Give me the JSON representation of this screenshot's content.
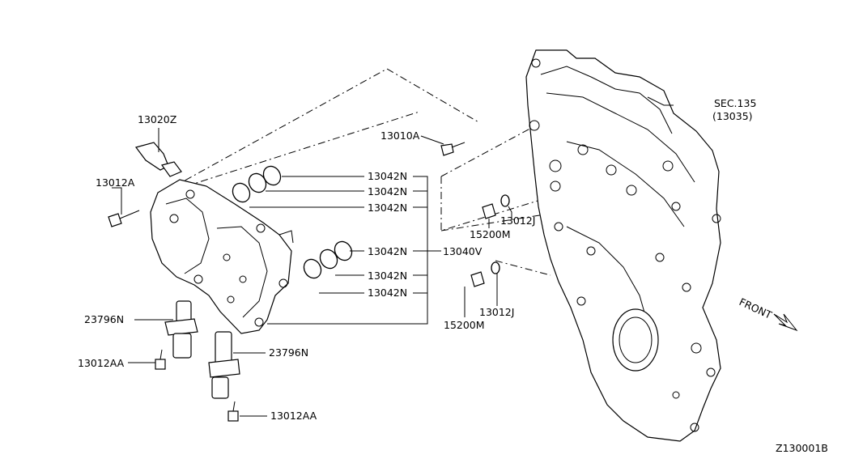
{
  "labels": {
    "sec_main": "SEC.135",
    "sec_sub": "(13035)",
    "p13020Z": "13020Z",
    "p13010A": "13010A",
    "p13012A": "13012A",
    "p13042N_1": "13042N",
    "p13042N_2": "13042N",
    "p13042N_3": "13042N",
    "p13042N_4": "13042N",
    "p13042N_5": "13042N",
    "p13042N_6": "13042N",
    "p13040V": "13040V",
    "p13012J_1": "13012J",
    "p13012J_2": "13012J",
    "p15200M_1": "15200M",
    "p15200M_2": "15200M",
    "p23796N_1": "23796N",
    "p23796N_2": "23796N",
    "p13012AA_1": "13012AA",
    "p13012AA_2": "13012AA",
    "front": "FRONT",
    "diagram_id": "Z130001B"
  }
}
